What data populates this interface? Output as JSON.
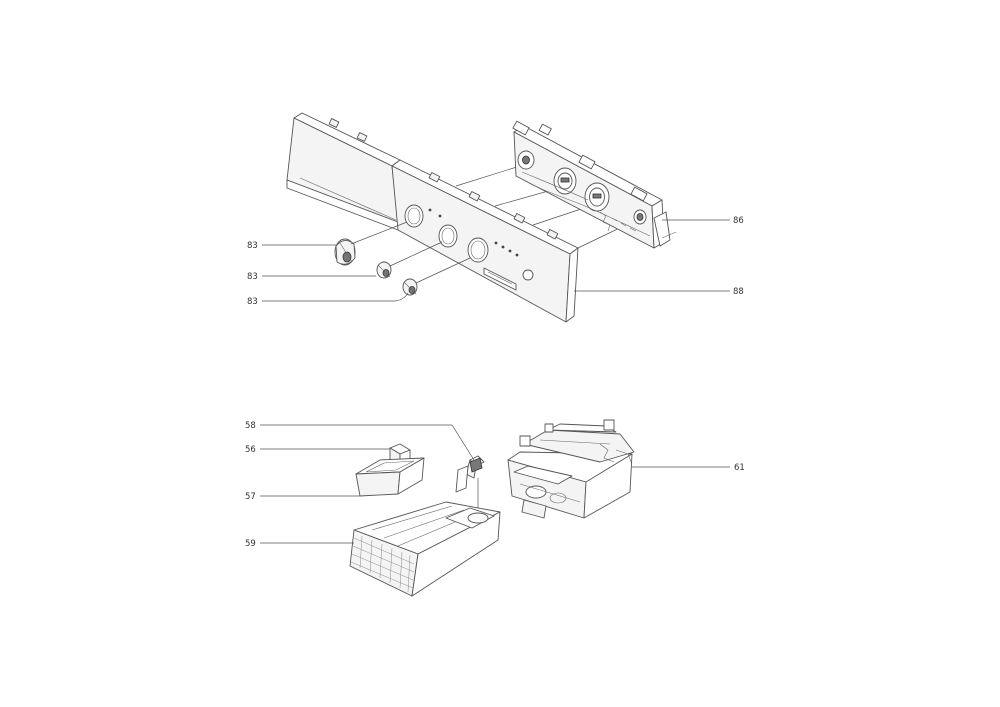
{
  "callouts": {
    "c83a": "83",
    "c83b": "83",
    "c83c": "83",
    "c86": "86",
    "c88": "88",
    "c58": "58",
    "c56": "56",
    "c57": "57",
    "c59": "59",
    "c61": "61"
  },
  "colors": {
    "line": "#555555",
    "background": "#ffffff"
  }
}
